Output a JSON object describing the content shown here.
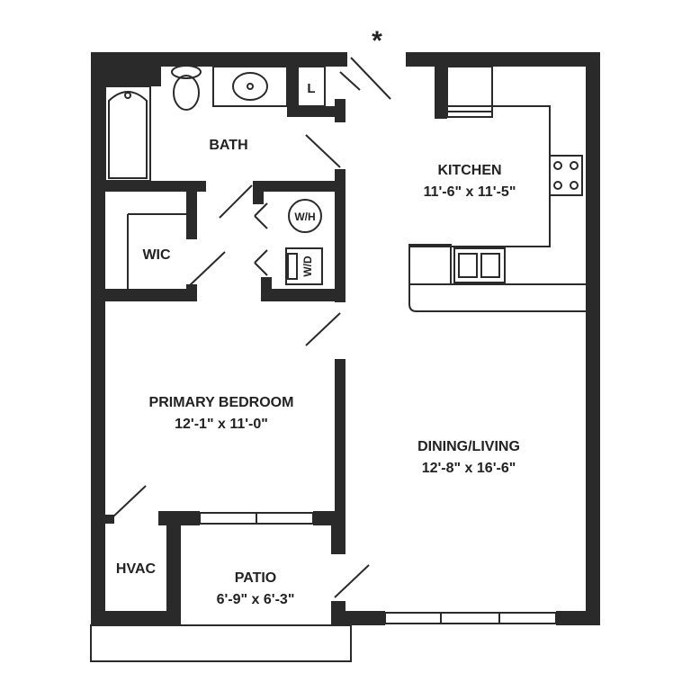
{
  "colors": {
    "wall": "#2a2a2a",
    "background": "#ffffff",
    "text": "#222222"
  },
  "entry_marker": "*",
  "rooms": {
    "bath": {
      "name": "BATH"
    },
    "kitchen": {
      "name": "KITCHEN",
      "size": "11'-6\" x 11'-5\""
    },
    "wic": {
      "name": "WIC"
    },
    "primary_bedroom": {
      "name": "PRIMARY BEDROOM",
      "size": "12'-1\" x 11'-0\""
    },
    "dining_living": {
      "name": "DINING/LIVING",
      "size": "12'-8\" x 16'-6\""
    },
    "hvac": {
      "name": "HVAC"
    },
    "patio": {
      "name": "PATIO",
      "size": "6'-9\" x 6'-3\""
    }
  },
  "fixtures": {
    "linen": "L",
    "water_heater": "W/H",
    "washer_dryer": "W/D"
  }
}
